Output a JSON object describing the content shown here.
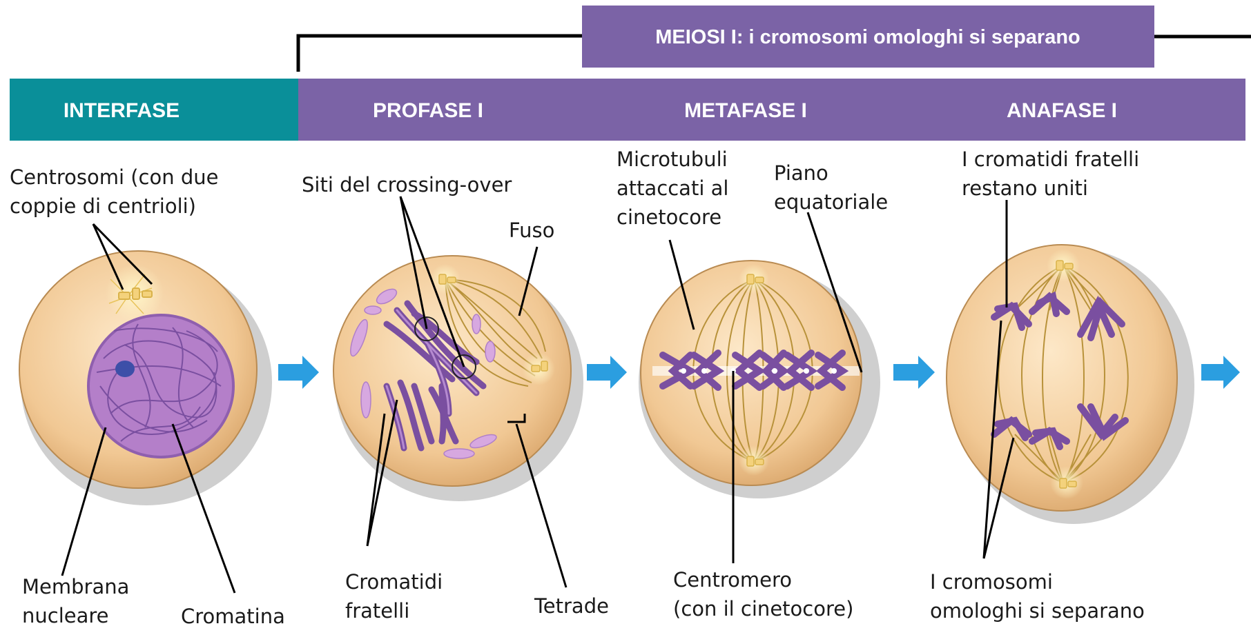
{
  "colors": {
    "teal": "#0a8f99",
    "purple": "#7b63a6",
    "arrow_blue": "#2b9ee0",
    "cell_fill": "#f1c894",
    "chromosome": "#7a4fa0",
    "spindle": "#b8923a"
  },
  "header": {
    "meiosi_title": "MEIOSI I: i cromosomi omologhi si separano"
  },
  "phases": [
    {
      "label": "INTERFASE"
    },
    {
      "label": "PROFASE I"
    },
    {
      "label": "METAFASE I"
    },
    {
      "label": "ANAFASE I"
    }
  ],
  "labels": {
    "centrosomi": [
      "Centrosomi (con due",
      "coppie di centrioli)"
    ],
    "membrana": [
      "Membrana",
      "nucleare"
    ],
    "cromatina": [
      "Cromatina"
    ],
    "siti": [
      "Siti del crossing-over"
    ],
    "fuso": [
      "Fuso"
    ],
    "cromatidi": [
      "Cromatidi",
      "fratelli"
    ],
    "tetrade": [
      "Tetrade"
    ],
    "microtubuli": [
      "Microtubuli",
      "attaccati al",
      "cinetocore"
    ],
    "piano": [
      "Piano",
      "equatoriale"
    ],
    "centromero": [
      "Centromero",
      "(con il cinetocore)"
    ],
    "uniti": [
      "I cromatidi fratelli",
      "restano uniti"
    ],
    "separano": [
      "I cromosomi",
      "omologhi si separano"
    ]
  },
  "icons": [
    "arrow-right-icon"
  ]
}
